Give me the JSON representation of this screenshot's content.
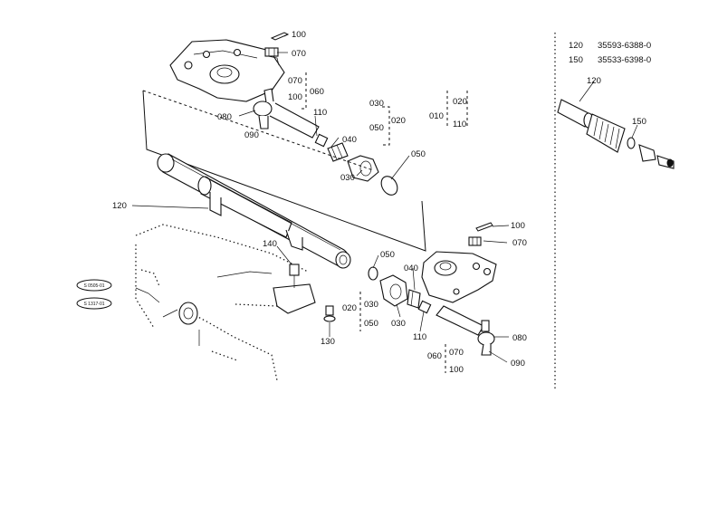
{
  "labels": {
    "l100a": "100",
    "l070a": "070",
    "l070b": "070",
    "l100b": "100",
    "l060a": "060",
    "l080a": "080",
    "l090a": "090",
    "l110a": "110",
    "l030a": "030",
    "l020a": "020",
    "l050a": "050",
    "l040a": "040",
    "l030b": "030",
    "l050b": "050",
    "l010": "010",
    "l020b": "020",
    "l110b": "110",
    "l120": "120",
    "l140": "140",
    "l100c": "100",
    "l070c": "070",
    "l050c": "050",
    "l040b": "040",
    "l020c": "020",
    "l030c": "030",
    "l030d": "030",
    "l050d": "050",
    "l110c": "110",
    "l130": "130",
    "l060b": "060",
    "l070d": "070",
    "l100d": "100",
    "l080b": "080",
    "l090b": "090",
    "l120b": "120",
    "l150b": "150"
  },
  "legend": {
    "row1_ref": "120",
    "row1_part": "35593-6388-0",
    "row2_ref": "150",
    "row2_part": "35533-6398-0"
  },
  "stamps": {
    "s1": "S 0505-01",
    "s2": "S 1317-01"
  }
}
